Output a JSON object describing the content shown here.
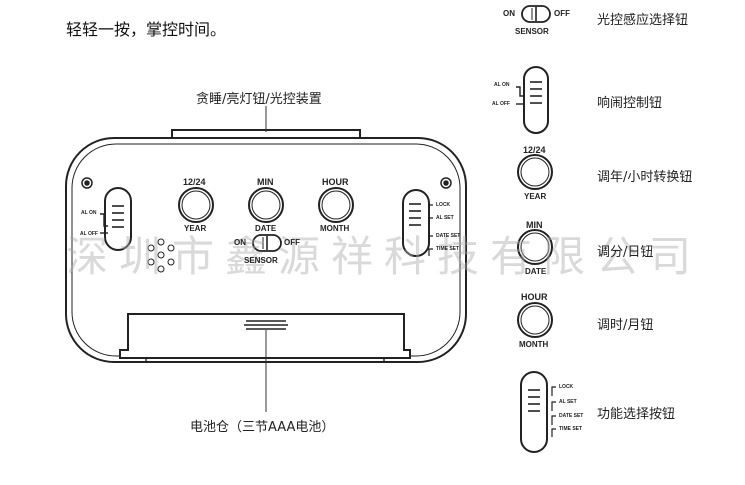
{
  "intro_text": "轻轻一按，掌控时间。",
  "watermark": "深圳市鑫源祥科技有限公司",
  "top_label": "贪睡/亮灯钮/光控装置",
  "bottom_label": "电池仓（三节AAA电池）",
  "clock": {
    "buttons": [
      {
        "top": "12/24",
        "bottom": "YEAR"
      },
      {
        "top": "MIN",
        "bottom": "DATE"
      },
      {
        "top": "HOUR",
        "bottom": "MONTH"
      }
    ],
    "left_switch": [
      "AL ON",
      "AL OFF"
    ],
    "right_switch": [
      "LOCK",
      "AL SET",
      "DATE SET",
      "TIME SET"
    ],
    "sensor": {
      "on": "ON",
      "off": "OFF",
      "label": "SENSOR"
    }
  },
  "legend": [
    {
      "type": "sensor-toggle",
      "on": "ON",
      "off": "OFF",
      "label": "SENSOR",
      "text": "光控感应选择钮"
    },
    {
      "type": "alarm-switch",
      "options": [
        "AL ON",
        "AL OFF"
      ],
      "text": "响闹控制钮"
    },
    {
      "type": "button",
      "top": "12/24",
      "bottom": "YEAR",
      "text": "调年/小时转换钮"
    },
    {
      "type": "button",
      "top": "MIN",
      "bottom": "DATE",
      "text": "调分/日钮"
    },
    {
      "type": "button",
      "top": "HOUR",
      "bottom": "MONTH",
      "text": "调时/月钮"
    },
    {
      "type": "function-switch",
      "options": [
        "LOCK",
        "AL SET",
        "DATE SET",
        "TIME SET"
      ],
      "text": "功能选择按钮"
    }
  ]
}
